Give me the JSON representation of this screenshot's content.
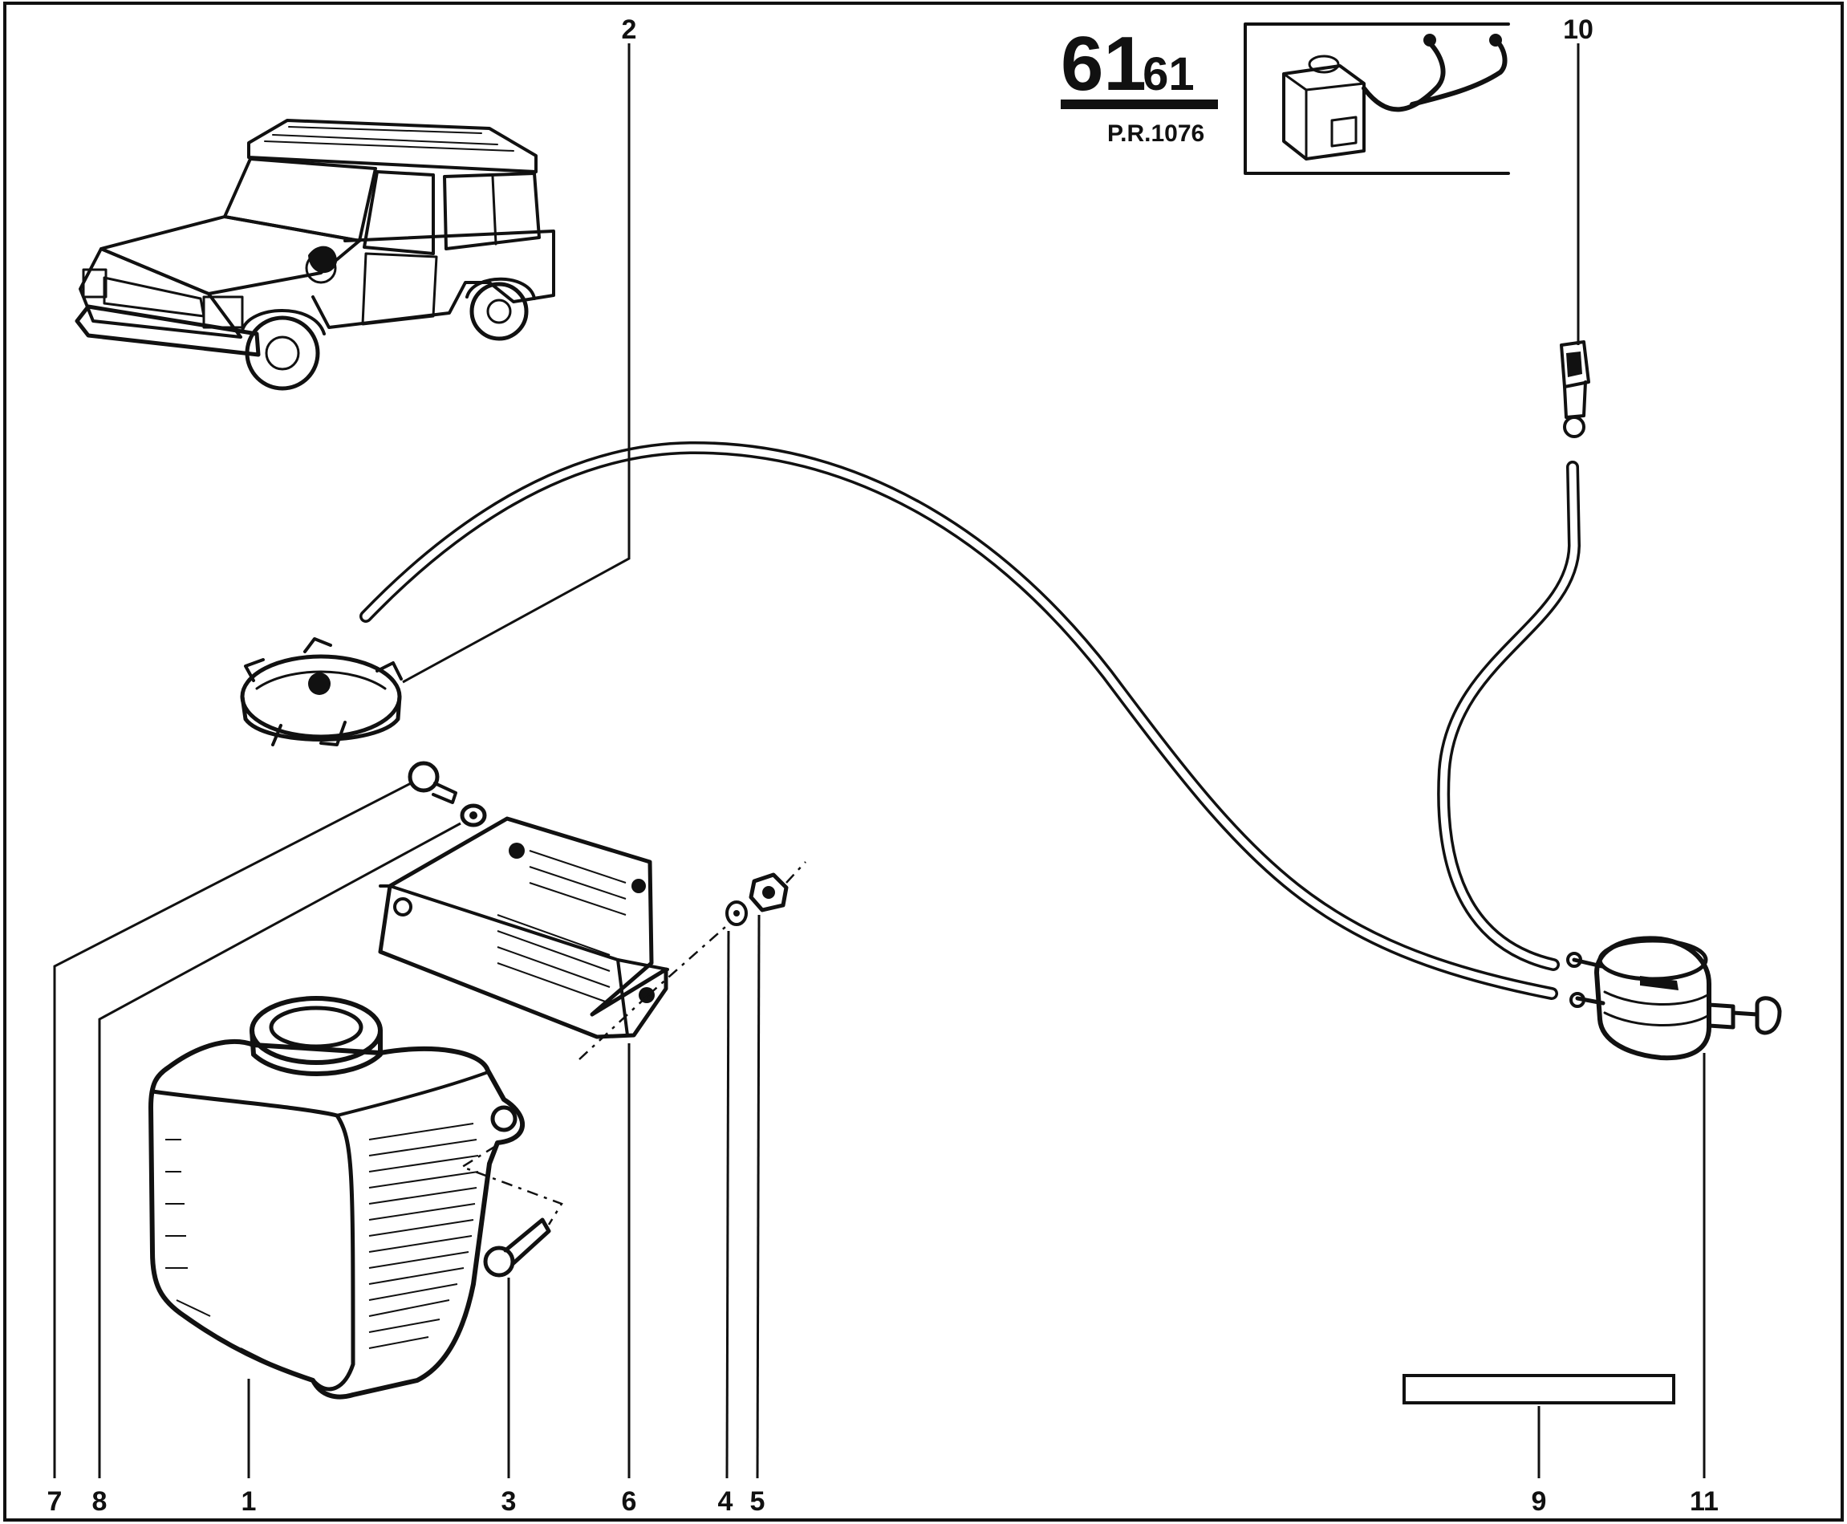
{
  "reference": {
    "section_main": "61",
    "section_sub": ".61",
    "pr_code": "P.R.1076"
  },
  "callouts": [
    {
      "id": "1",
      "label": "1"
    },
    {
      "id": "2",
      "label": "2"
    },
    {
      "id": "3",
      "label": "3"
    },
    {
      "id": "4",
      "label": "4"
    },
    {
      "id": "5",
      "label": "5"
    },
    {
      "id": "6",
      "label": "6"
    },
    {
      "id": "7",
      "label": "7"
    },
    {
      "id": "8",
      "label": "8"
    },
    {
      "id": "9",
      "label": "9"
    },
    {
      "id": "10",
      "label": "10"
    },
    {
      "id": "11",
      "label": "11"
    }
  ],
  "parts": [
    {
      "name": "vehicle-illustration"
    },
    {
      "name": "reservoir-thumbnail"
    },
    {
      "name": "washer-reservoir"
    },
    {
      "name": "reservoir-cap"
    },
    {
      "name": "hose"
    },
    {
      "name": "mounting-bracket"
    },
    {
      "name": "bolts-and-washers"
    },
    {
      "name": "washer-jet"
    },
    {
      "name": "washer-pump"
    },
    {
      "name": "label-strip"
    }
  ]
}
